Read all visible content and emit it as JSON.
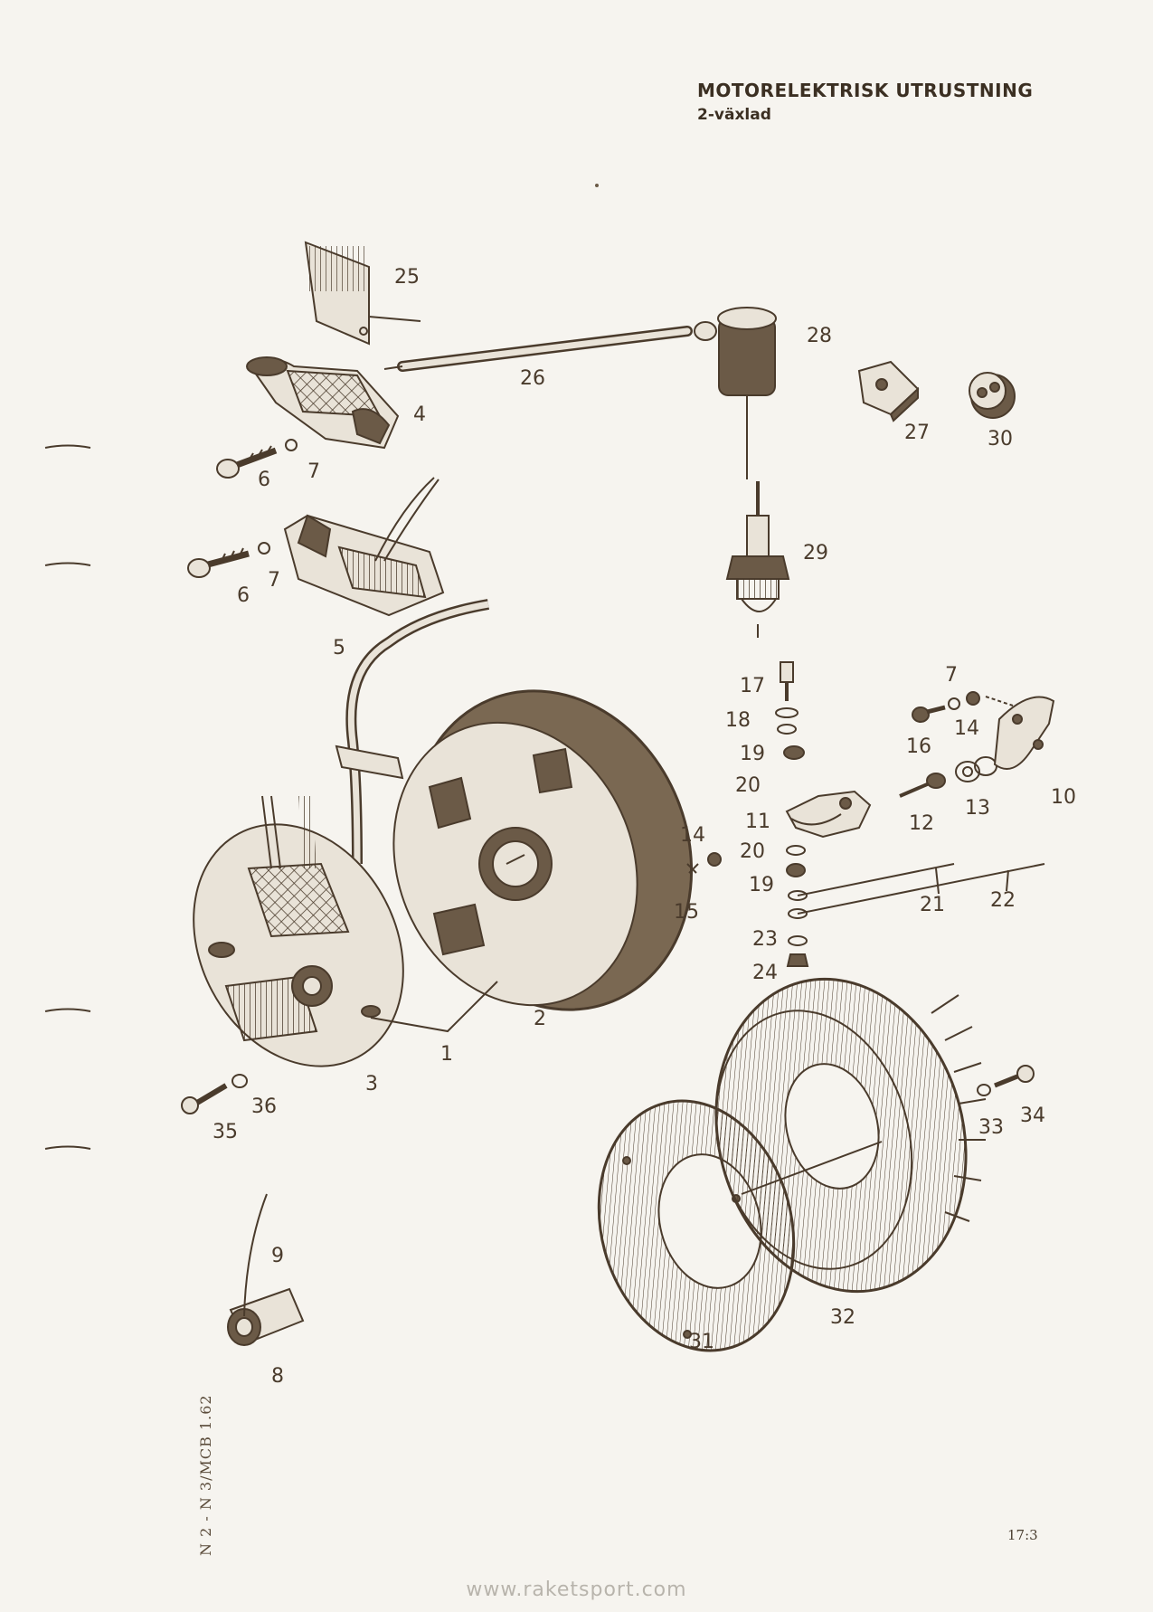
{
  "header": {
    "title": "MOTORELEKTRISK UTRUSTNING",
    "subtitle": "2-växlad"
  },
  "side_code": "N 2 - N 3/MCB 1.62",
  "page_number": "17:3",
  "footer_url": "www.raketsport.com",
  "callouts": [
    "1",
    "2",
    "3",
    "4",
    "5",
    "6",
    "6",
    "7",
    "7",
    "7",
    "8",
    "9",
    "10",
    "11",
    "12",
    "13",
    "14",
    "14",
    "15",
    "16",
    "17",
    "18",
    "19",
    "19",
    "20",
    "20",
    "21",
    "22",
    "23",
    "24",
    "25",
    "26",
    "27",
    "28",
    "29",
    "30",
    "31",
    "32",
    "33",
    "34",
    "35",
    "36"
  ]
}
